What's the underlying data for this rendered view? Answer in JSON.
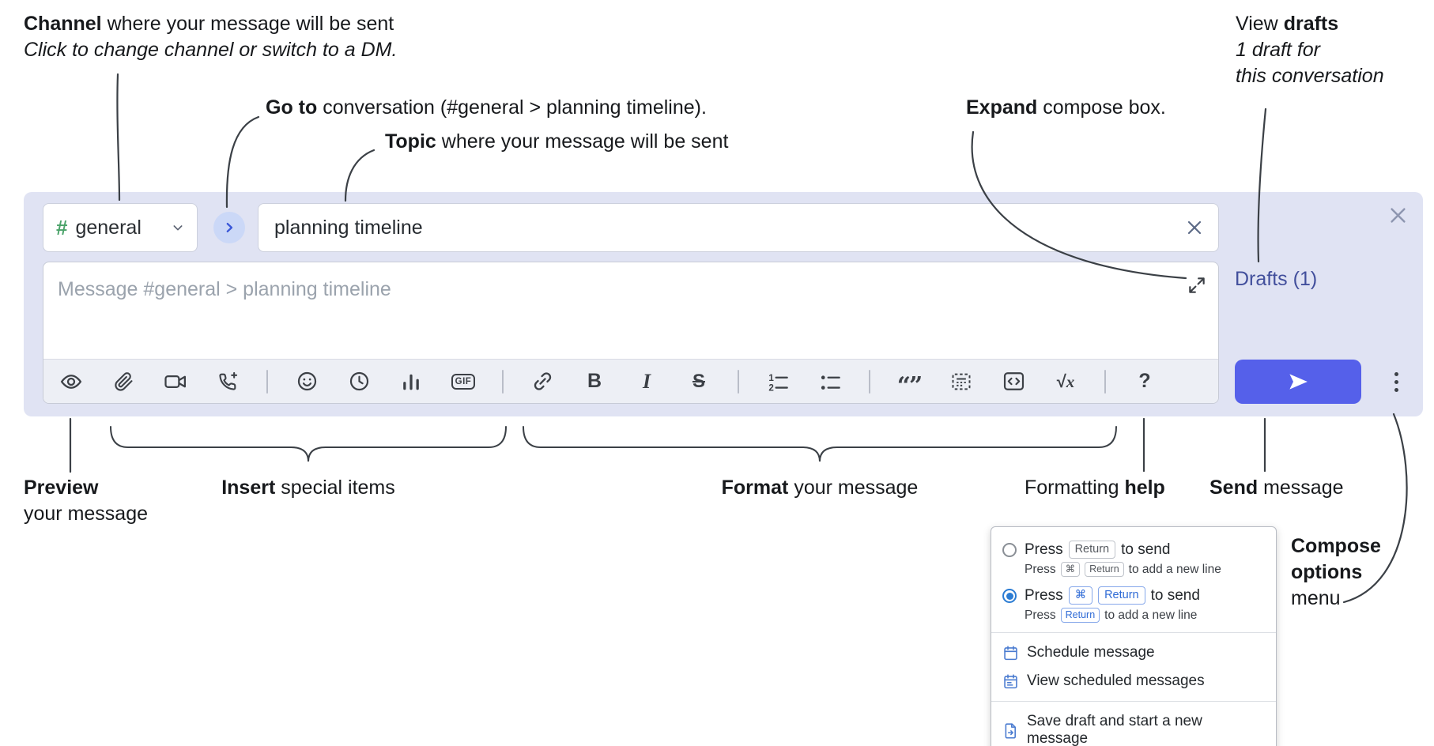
{
  "annotations": {
    "channel": {
      "bold": "Channel",
      "rest": " where your message will be sent",
      "sub": "Click to change channel or switch to a DM."
    },
    "goto": {
      "bold": "Go to",
      "rest": " conversation (#general > planning timeline)."
    },
    "topic": {
      "bold": "Topic",
      "rest": " where your message will be sent"
    },
    "expand": {
      "bold": "Expand",
      "rest": " compose box."
    },
    "drafts": {
      "pre": "View ",
      "bold": "drafts",
      "sub1": "1 draft for",
      "sub2": "this conversation"
    },
    "preview": {
      "bold": "Preview",
      "rest": "your message"
    },
    "insert": {
      "bold": "Insert",
      "rest": " special items"
    },
    "format": {
      "bold": "Format",
      "rest": " your message"
    },
    "help": {
      "pre": "Formatting ",
      "bold": "help"
    },
    "send": {
      "bold": "Send",
      "rest": " message"
    },
    "compose_options": {
      "bold1": "Compose",
      "bold2": "options",
      "rest": "menu"
    }
  },
  "compose": {
    "channel": {
      "hash": "#",
      "name": "general"
    },
    "topic_value": "planning timeline",
    "message_placeholder": "Message #general > planning timeline",
    "drafts_label": "Drafts (1)",
    "toolbar": {
      "icons": [
        "preview-eye",
        "attach-paperclip",
        "video-call",
        "voice-call",
        "emoji-smiley",
        "time-clock",
        "poll-chart",
        "gif",
        "link-chain",
        "bold",
        "italic",
        "strikethrough",
        "numbered-list",
        "bulleted-list",
        "quote",
        "spoiler",
        "code",
        "math",
        "help"
      ],
      "gif": "GIF",
      "bold": "B",
      "italic": "I",
      "strike": "S",
      "quote": "“”",
      "math_r": "√",
      "math_x": "x",
      "help": "?"
    }
  },
  "popup": {
    "opt1_main_pre": "Press",
    "opt1_main_key": "Return",
    "opt1_main_post": "to send",
    "opt1_sub_pre": "Press",
    "opt1_sub_key1": "⌘",
    "opt1_sub_key2": "Return",
    "opt1_sub_post": "to add a new line",
    "opt2_main_pre": "Press",
    "opt2_main_key1": "⌘",
    "opt2_main_key2": "Return",
    "opt2_main_post": "to send",
    "opt2_sub_pre": "Press",
    "opt2_sub_key": "Return",
    "opt2_sub_post": "to add a new line",
    "schedule": "Schedule message",
    "view_scheduled": "View scheduled messages",
    "save_draft": "Save draft and start a new message"
  },
  "colors": {
    "compose_bg": "#e0e3f3",
    "send_button": "#5560ea",
    "channel_hash_green": "#4ba36a",
    "drafts_link": "#424f9c",
    "accent_blue": "#2b7cd3",
    "goto_circle": "#cbd8f7"
  }
}
